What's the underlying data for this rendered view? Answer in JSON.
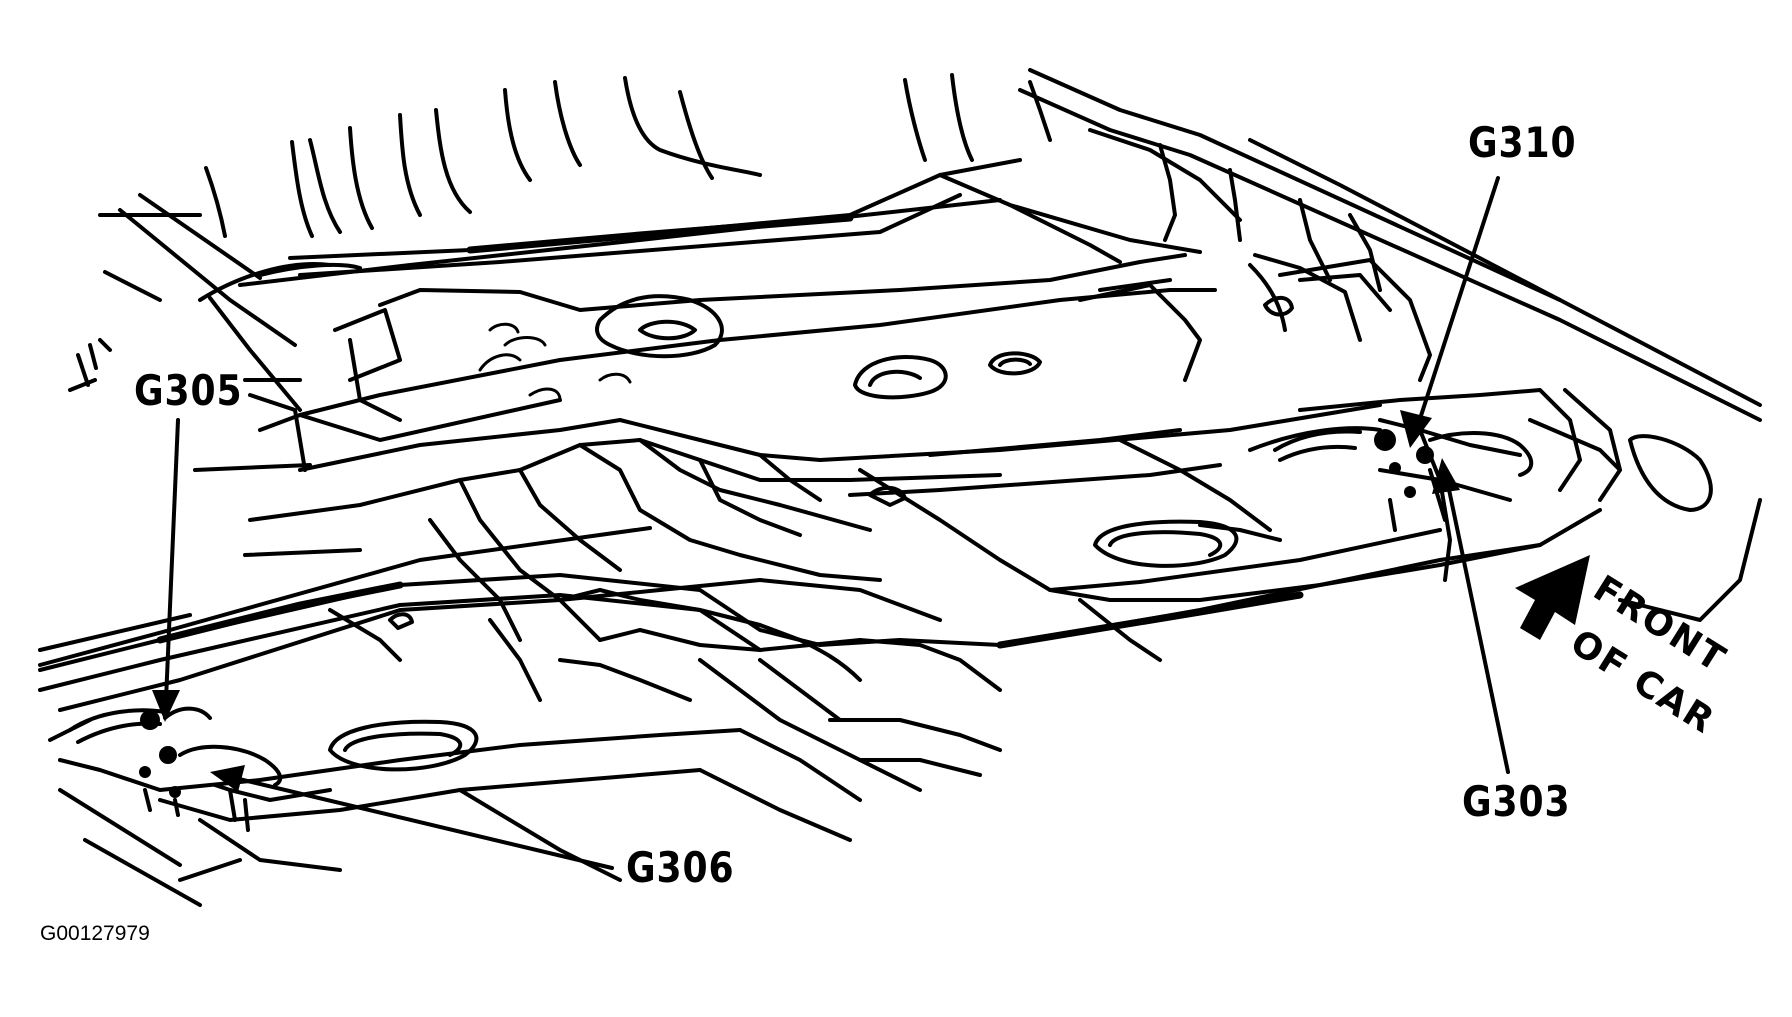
{
  "diagram": {
    "callouts": {
      "g310": "G310",
      "g305": "G305",
      "g306": "G306",
      "g303": "G303"
    },
    "direction": {
      "line1": "FRONT",
      "line2": "OF CAR"
    },
    "figure_id": "G00127979"
  }
}
